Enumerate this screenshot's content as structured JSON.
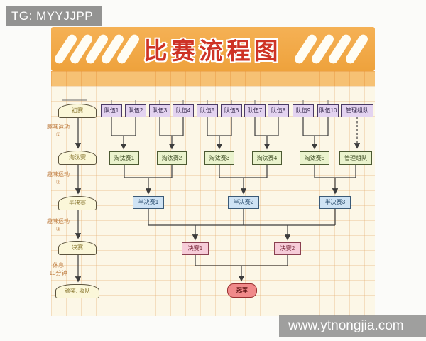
{
  "watermarks": {
    "tg": "TG: MYYJJPP",
    "site": "www.ytnongjia.com"
  },
  "banner": {
    "title": "比赛流程图"
  },
  "schedule": {
    "stages": [
      "初赛",
      "淘汰赛",
      "半决赛",
      "决赛",
      "颁奖, 收队"
    ],
    "gaps": [
      {
        "line1": "趣味运动",
        "line2": "①"
      },
      {
        "line1": "趣味运动",
        "line2": "②"
      },
      {
        "line1": "趣味运动",
        "line2": "③"
      },
      {
        "line1": "休息",
        "line2": "10分钟"
      }
    ]
  },
  "bracket": {
    "teams": [
      "队伍1",
      "队伍2",
      "队伍3",
      "队伍4",
      "队伍5",
      "队伍6",
      "队伍7",
      "队伍8",
      "队伍9",
      "队伍10"
    ],
    "management": "管理组队",
    "round1": [
      "淘汰赛1",
      "淘汰赛2",
      "淘汰赛3",
      "淘汰赛4",
      "淘汰赛5"
    ],
    "round1_management": "管理组队",
    "semifinals": [
      "半决赛1",
      "半决赛2",
      "半决赛3"
    ],
    "finals": [
      "决赛1",
      "决赛2"
    ],
    "champion": "冠军"
  },
  "colors": {
    "banner_orange": "#f0a843",
    "title_red": "#ce3326",
    "paper_cream": "#fcf7e7",
    "team_purple": "#e3d3f0",
    "round_green": "#eaf3cd",
    "semi_blue": "#cfe3f4",
    "final_pink": "#f6ccd8",
    "champion_red": "#f08a8a",
    "stage_yellow": "#fbf7d9"
  }
}
